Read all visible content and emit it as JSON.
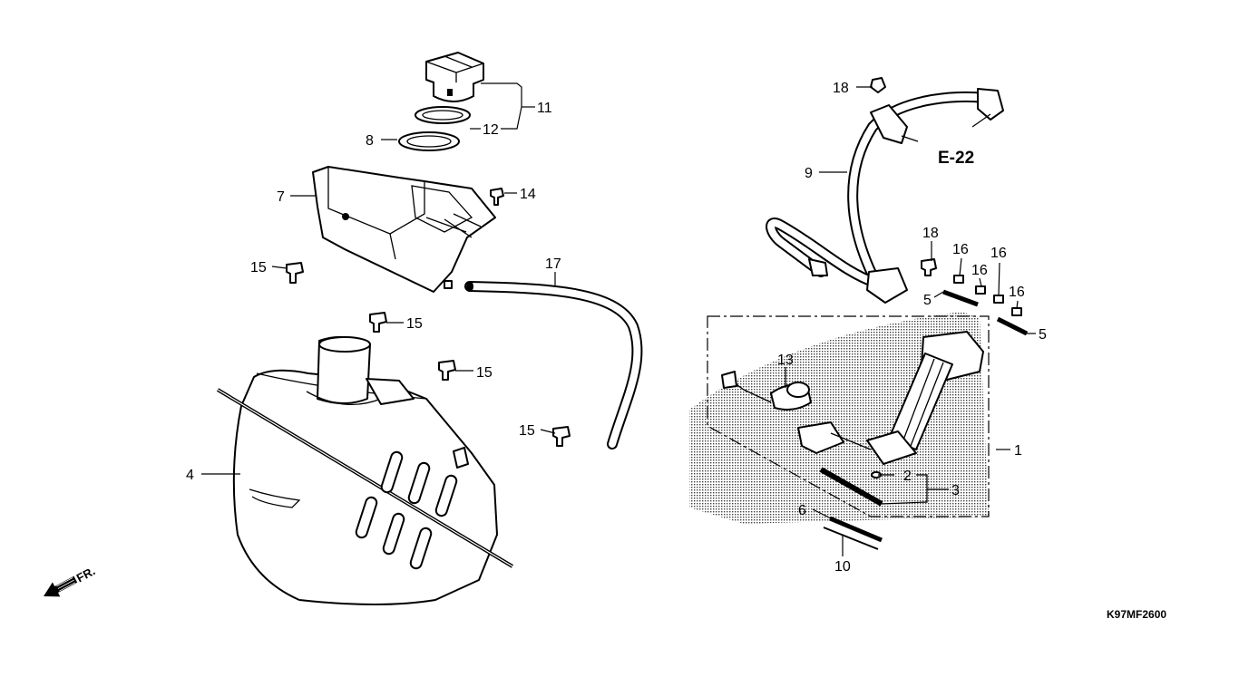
{
  "diagram": {
    "labels": {
      "p1": "1",
      "p2": "2",
      "p3": "3",
      "p4": "4",
      "p5a": "5",
      "p5b": "5",
      "p6": "6",
      "p7": "7",
      "p8": "8",
      "p9": "9",
      "p10": "10",
      "p11": "11",
      "p12": "12",
      "p13": "13",
      "p14": "14",
      "p15a": "15",
      "p15b": "15",
      "p15c": "15",
      "p15d": "15",
      "p16a": "16",
      "p16b": "16",
      "p16c": "16",
      "p16d": "16",
      "p17": "17",
      "p18a": "18",
      "p18b": "18"
    },
    "reference": "E-22",
    "direction": "FR.",
    "diagram_code": "K97MF2600"
  }
}
